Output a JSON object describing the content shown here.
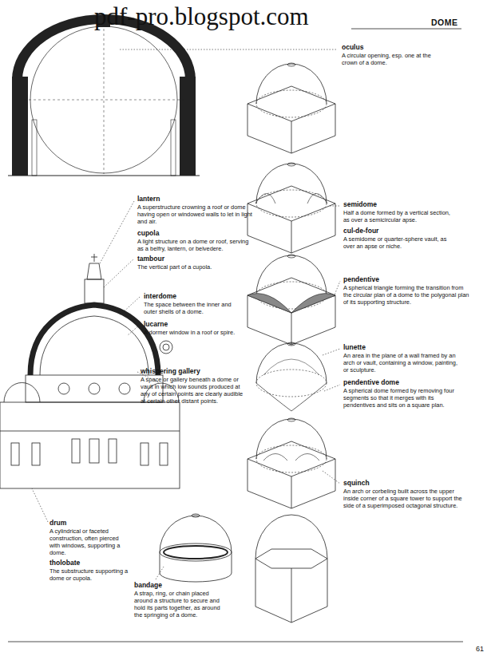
{
  "diagram": {
    "title": "DOME",
    "labels": [
      "pdf-pro.blogspot.com",
      "oculus",
      "A circular opening, esp. one at the crown of a dome.",
      "lantern",
      "A superstructure crowning a roof or dome having open or windowed walls to let in light and air.",
      "cupola",
      "A light structure on a dome or roof, serving as a belfry, lantern, or belvedere.",
      "tambour",
      "The vertical part of a cupola.",
      "interdome",
      "The space between the inner and outer shells of a dome.",
      "lucarne",
      "A dormer window in a roof or spire.",
      "whispering gallery",
      "A space or gallery beneath a dome or vault in which low sounds produced at any of certain points are clearly audible at certain other distant points.",
      "semidome",
      "Half a dome formed by a vertical section, as over a semicircular apse.",
      "cul-de-four",
      "A semidome or quarter-sphere vault, as over an apse or niche.",
      "pendentive",
      "A spherical triangle forming the transition from the circular plan of a dome to the polygonal plan of its supporting structure.",
      "lunette",
      "An area in the plane of a wall framed by an arch or vault, containing a window, painting, or sculpture.",
      "pendentive dome",
      "A spherical dome formed by removing four segments so that it merges with its pendentives and sits on a square plan.",
      "squinch",
      "An arch or corbeling built across the upper inside corner of a square tower to support the side of a superimposed octagonal structure.",
      "drum",
      "A cylindrical or faceted construction, often pierced with windows, supporting a dome.",
      "tholobate",
      "The substructure supporting a dome or cupola.",
      "bandage",
      "A strap, ring, or chain placed around a structure to secure and hold its parts together, as around the springing of a dome.",
      "61"
    ]
  }
}
